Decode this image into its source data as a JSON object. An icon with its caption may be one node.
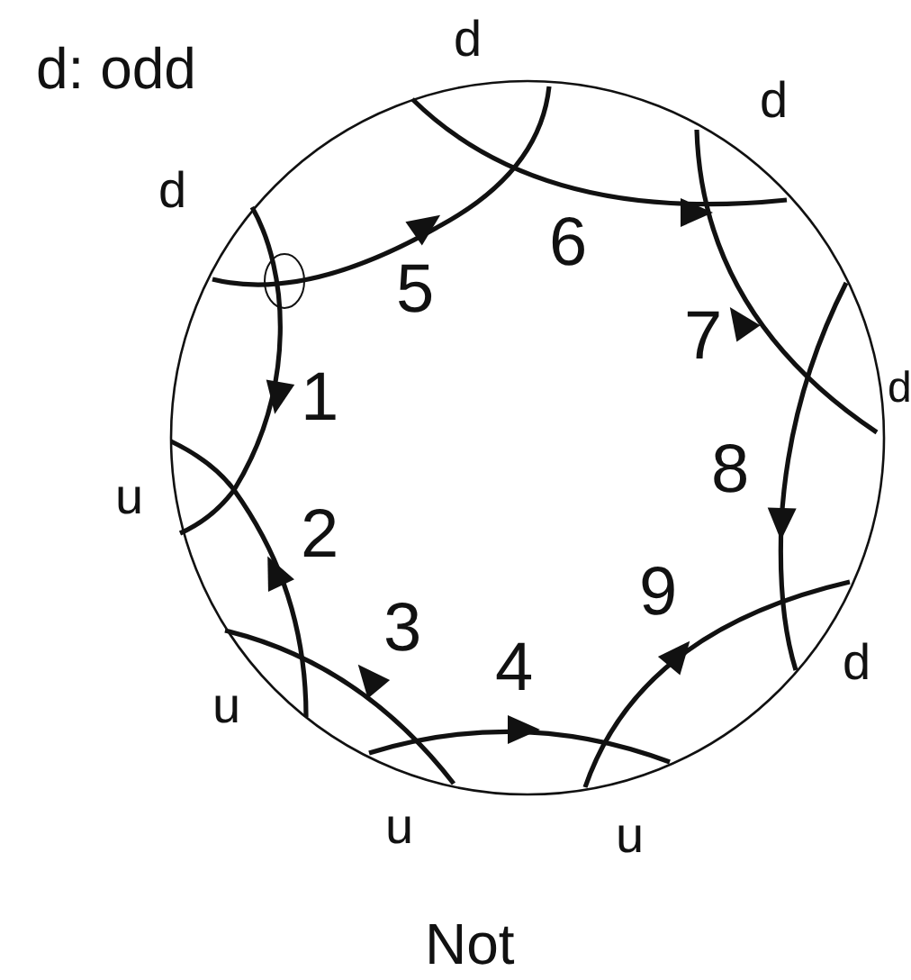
{
  "diagram": {
    "caption": "Not",
    "labels": [
      "d: odd",
      "d",
      "d",
      "d",
      "5",
      "6",
      "7",
      "d",
      "1",
      "8",
      "u",
      "2",
      "9",
      "3",
      "4",
      "u",
      "d",
      "u",
      "u"
    ]
  }
}
